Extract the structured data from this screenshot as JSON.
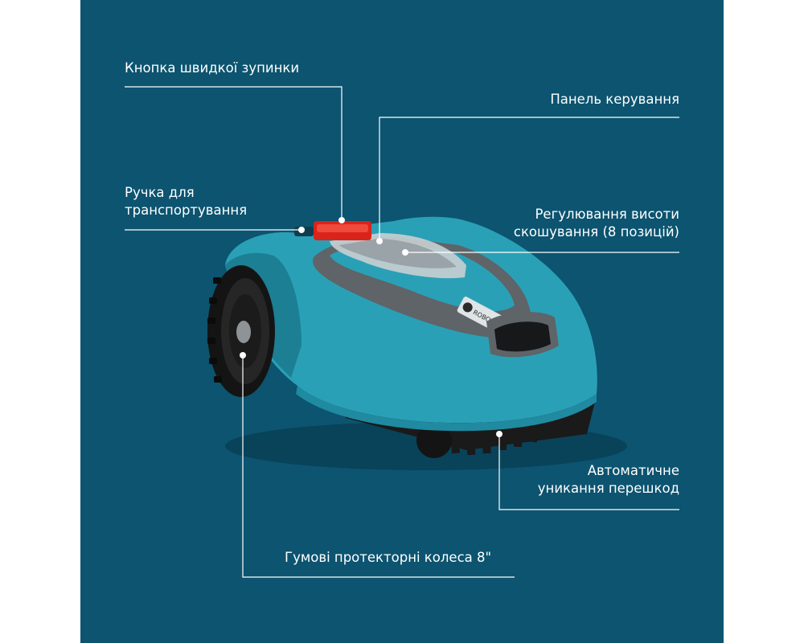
{
  "callouts": {
    "emergency_stop": "Кнопка швидкої зупинки",
    "control_panel": "Панель керування",
    "carry_handle": [
      "Ручка для",
      "транспортування"
    ],
    "cut_height": [
      "Регулювання висоти",
      "скошування (8 позицій)"
    ],
    "obstacle_avoid": [
      "Автоматичне",
      "уникання перешкод"
    ],
    "wheels": "Гумові протекторні колеса 8\""
  },
  "product": {
    "logo_text": "ROBOT MOWER",
    "colors": {
      "background": "#0c5470",
      "body": "#2aa0b6",
      "trim": "#5e6468",
      "tire": "#1a1a1a",
      "stop_button": "#d9241b",
      "callout_line": "#ffffff"
    }
  }
}
